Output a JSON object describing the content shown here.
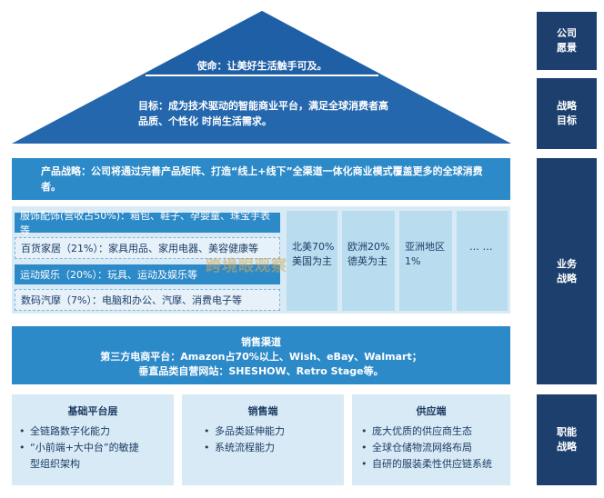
{
  "pyramid": {
    "mission": "使命：让美好生活触手可及。",
    "goal": "目标：成为技术驱动的智能商业平台，满足全球消费者高品质、个性化 时尚生活需求。"
  },
  "strategy": {
    "text": "产品战略：公司将通过完善产品矩阵、打造“线上+线下”全渠道一体化商业模式覆盖更多的全球消费者。"
  },
  "categories": [
    {
      "label": "服饰配饰(营收占50%)：箱包、鞋子、孕婴童、珠宝手表等",
      "style": "solid"
    },
    {
      "label": "百货家居（21%）：家具用品、家用电器、美容健康等",
      "style": "dashed"
    },
    {
      "label": "运动娱乐（20%）：玩具、运动及娱乐等",
      "style": "solid"
    },
    {
      "label": "数码汽摩（7%）：电脑和办公、汽摩、消费电子等",
      "style": "dashed"
    }
  ],
  "regions": [
    "北美70%\n美国为主",
    "欧洲20%\n德英为主",
    "亚洲地区\n1%",
    "… …"
  ],
  "watermark": "跨境眼观察",
  "channels": {
    "title": "销售渠道",
    "line1": "第三方电商平台：Amazon占70%以上、Wish、eBay、Walmart；",
    "line2": "垂直品类自营网站：SHESHOW、Retro Stage等。"
  },
  "columns": [
    {
      "title": "基础平台层",
      "items": [
        "全链路数字化能力",
        "“小前端+大中台”的敏捷型组织架构"
      ]
    },
    {
      "title": "销售端",
      "items": [
        "多品类延伸能力",
        "系统流程能力"
      ]
    },
    {
      "title": "供应端",
      "items": [
        "庞大优质的供应商生态",
        "全球仓储物流网络布局",
        "自研的服装柔性供应链系统"
      ]
    }
  ],
  "side_labels": [
    {
      "key": "vision",
      "label": "公司\n愿景"
    },
    {
      "key": "goal",
      "label": "战略\n目标"
    },
    {
      "key": "business",
      "label": "业务\n战略"
    },
    {
      "key": "function",
      "label": "职能\n战略"
    }
  ],
  "colors": {
    "dark_navy": "#1d3f6e",
    "roof_light": "#2d8ac9",
    "roof_dark": "#1f5fa6",
    "light_box": "#d8eaf5",
    "region_box": "#b9dcef"
  }
}
